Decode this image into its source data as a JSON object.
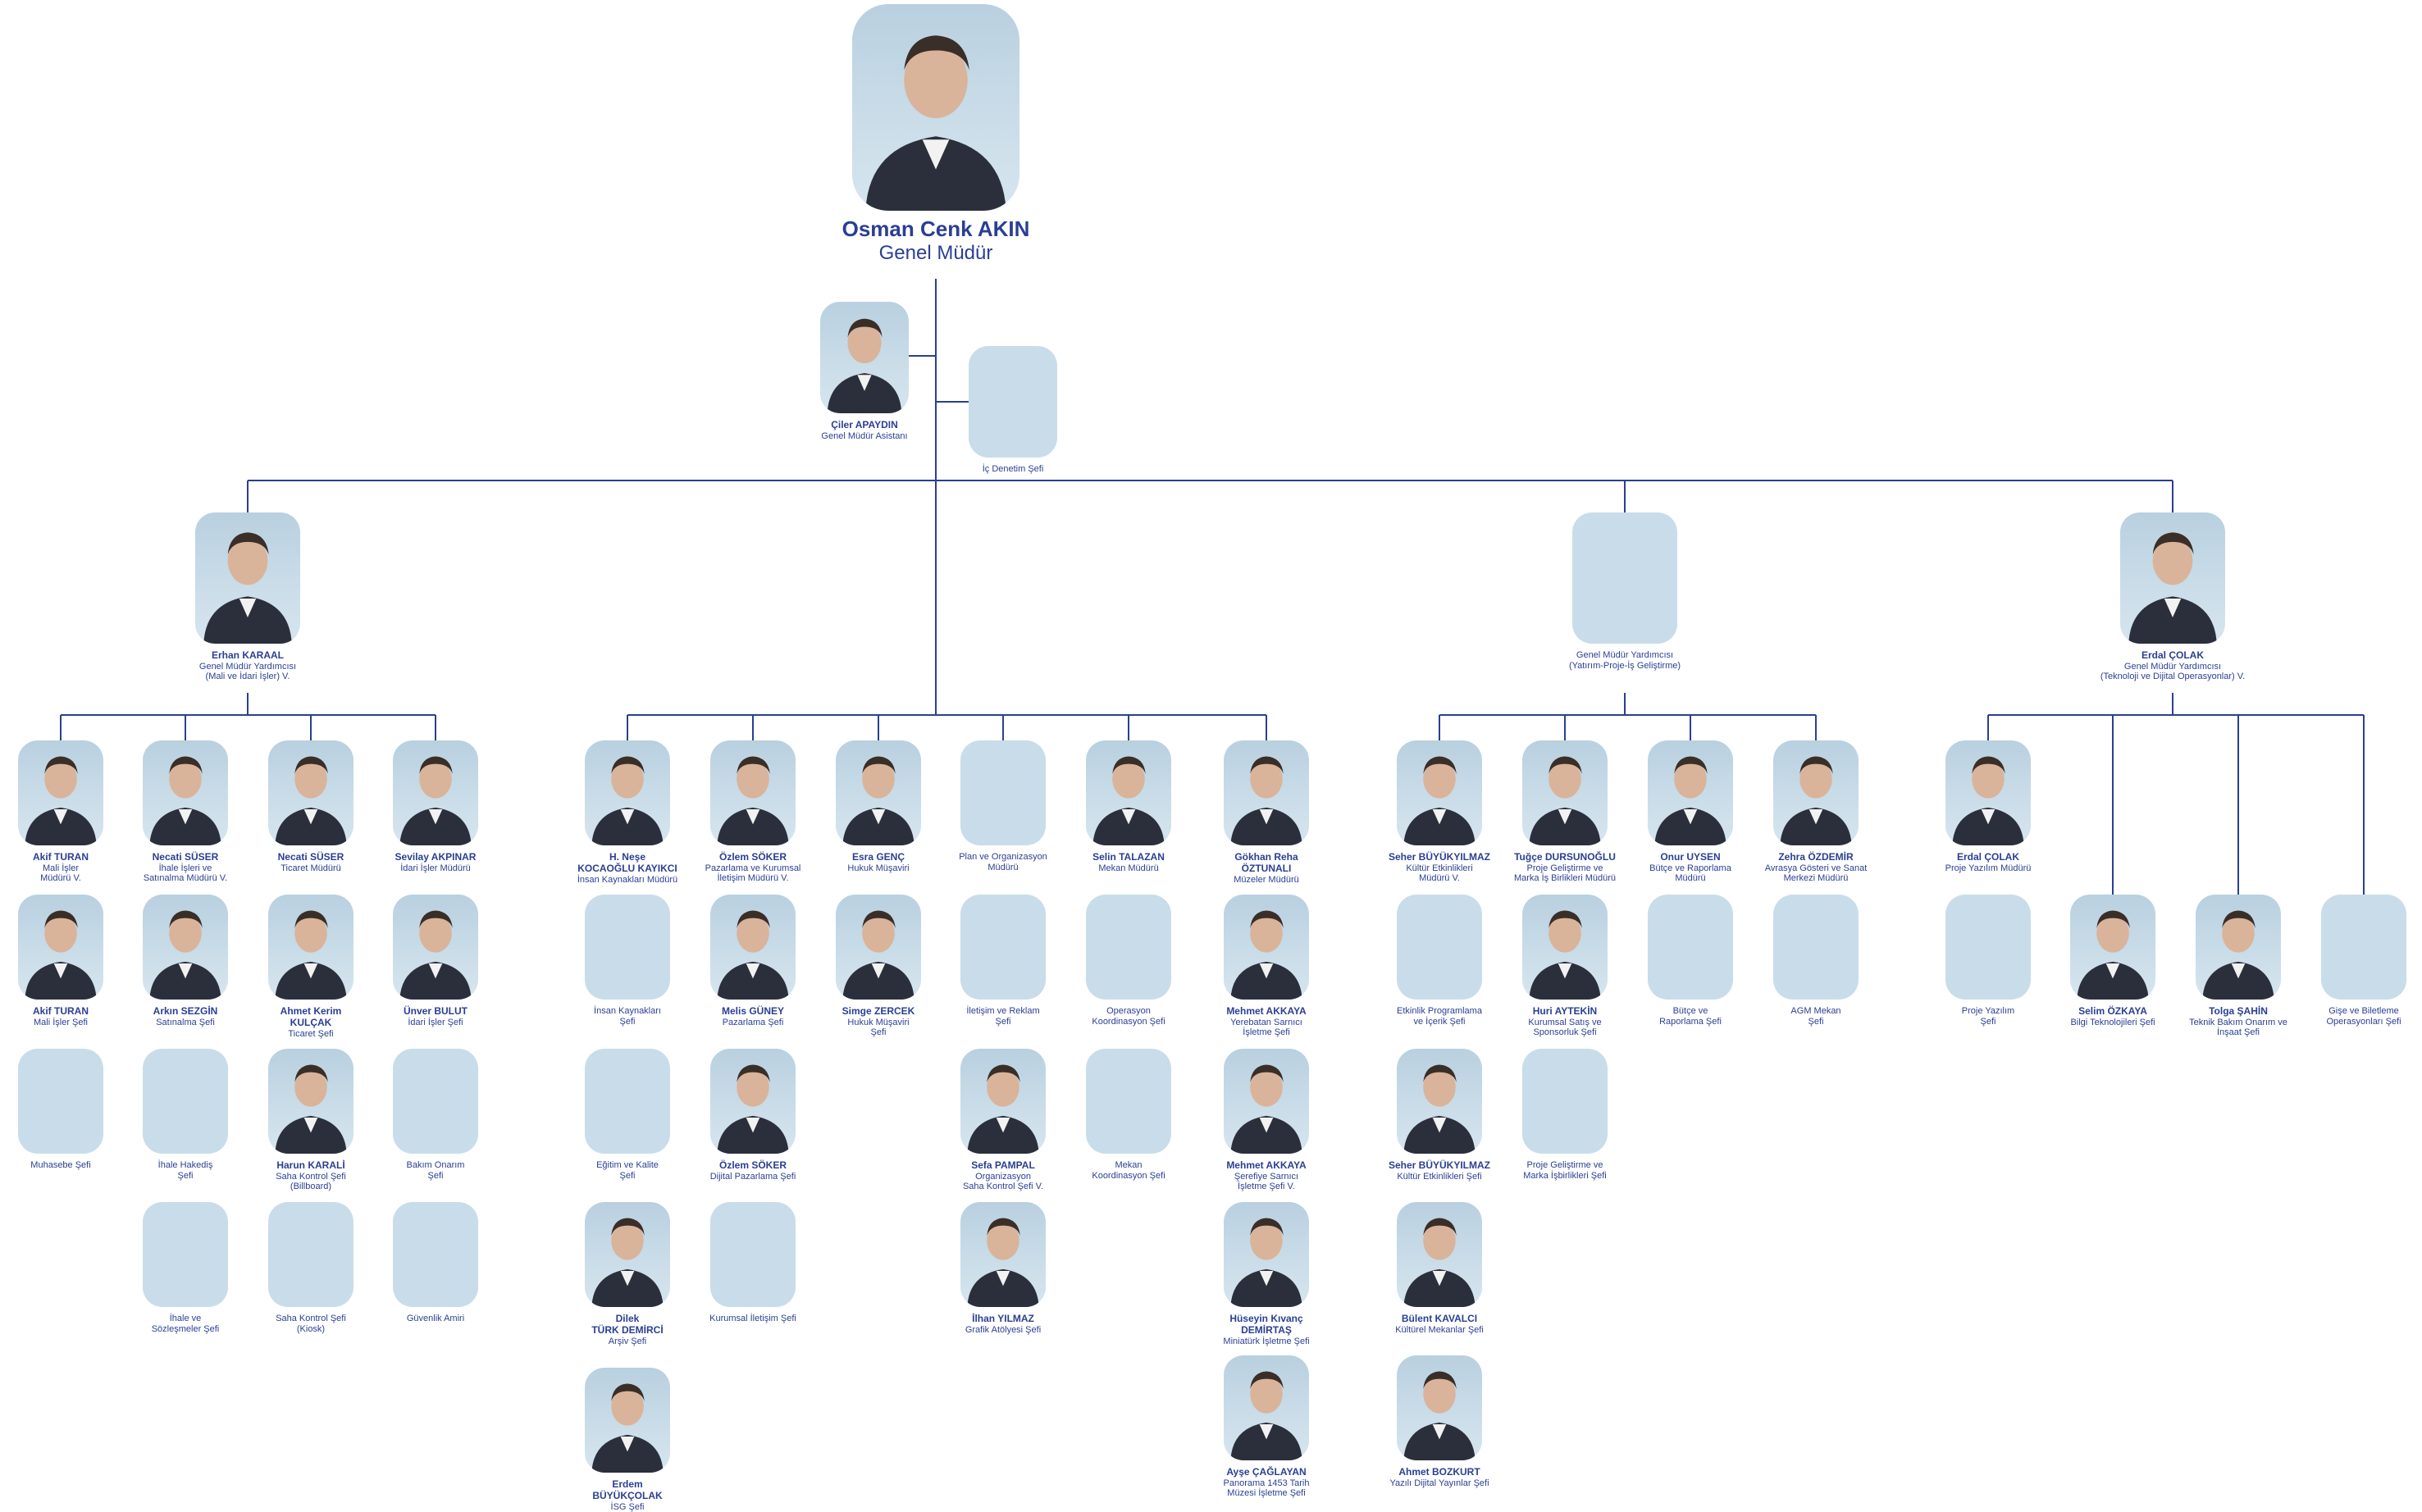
{
  "chart_data": {
    "type": "org-chart",
    "root": {
      "id": "gm",
      "name": "Osman Cenk AKIN",
      "title": "Genel Müdür",
      "photo": true
    },
    "nodes": [
      {
        "id": "asst",
        "parent": "gm",
        "name": "Çiler APAYDIN",
        "title": "Genel Müdür Asistanı",
        "photo": true
      },
      {
        "id": "audit",
        "parent": "gm",
        "name": "",
        "title": "İç Denetim Şefi",
        "photo": false
      },
      {
        "id": "gmy1",
        "parent": "gm",
        "name": "Erhan KARAAL",
        "title": "Genel Müdür Yardımcısı\n(Mali ve İdari İşler) V.",
        "photo": true
      },
      {
        "id": "gmy2",
        "parent": "gm",
        "name": "",
        "title": "Genel Müdür Yardımcısı\n(Yatırım-Proje-İş Geliştirme)",
        "photo": false
      },
      {
        "id": "gmy3",
        "parent": "gm",
        "name": "Erdal ÇOLAK",
        "title": "Genel Müdür Yardımcısı\n(Teknoloji ve Dijital Operasyonlar) V.",
        "photo": true
      },
      {
        "id": "a1",
        "parent": "gmy1",
        "name": "Akif TURAN",
        "title": "Mali İşler\nMüdürü V.",
        "photo": true
      },
      {
        "id": "a2",
        "parent": "a1",
        "name": "Akif TURAN",
        "title": "Mali İşler Şefi",
        "photo": true
      },
      {
        "id": "a3",
        "parent": "a1",
        "name": "",
        "title": "Muhasebe Şefi",
        "photo": false
      },
      {
        "id": "b1",
        "parent": "gmy1",
        "name": "Necati SÜSER",
        "title": "İhale İşleri ve\nSatınalma Müdürü V.",
        "photo": true
      },
      {
        "id": "b2",
        "parent": "b1",
        "name": "Arkın SEZGİN",
        "title": "Satınalma Şefi",
        "photo": true
      },
      {
        "id": "b3",
        "parent": "b1",
        "name": "",
        "title": "İhale Hakediş\nŞefi",
        "photo": false
      },
      {
        "id": "b4",
        "parent": "b1",
        "name": "",
        "title": "İhale ve\nSözleşmeler Şefi",
        "photo": false
      },
      {
        "id": "c1",
        "parent": "gmy1",
        "name": "Necati SÜSER",
        "title": "Ticaret Müdürü",
        "photo": true
      },
      {
        "id": "c2",
        "parent": "c1",
        "name": "Ahmet Kerim\nKULÇAK",
        "title": "Ticaret Şefi",
        "photo": true
      },
      {
        "id": "c3",
        "parent": "c1",
        "name": "Harun KARALİ",
        "title": "Saha Kontrol Şefi\n(Billboard)",
        "photo": true
      },
      {
        "id": "c4",
        "parent": "c1",
        "name": "",
        "title": "Saha Kontrol Şefi\n(Kiosk)",
        "photo": false
      },
      {
        "id": "d1",
        "parent": "gmy1",
        "name": "Sevilay AKPINAR",
        "title": "İdari İşler Müdürü",
        "photo": true
      },
      {
        "id": "d2",
        "parent": "d1",
        "name": "Ünver BULUT",
        "title": "İdari İşler Şefi",
        "photo": true
      },
      {
        "id": "d3",
        "parent": "d1",
        "name": "",
        "title": "Bakım Onarım\nŞefi",
        "photo": false
      },
      {
        "id": "d4",
        "parent": "d1",
        "name": "",
        "title": "Güvenlik Amiri",
        "photo": false
      },
      {
        "id": "e1",
        "parent": "gm",
        "name": "H. Neşe\nKOCAOĞLU KAYIKCI",
        "title": "İnsan Kaynakları Müdürü",
        "photo": true
      },
      {
        "id": "e2",
        "parent": "e1",
        "name": "",
        "title": "İnsan Kaynakları\nŞefi",
        "photo": false
      },
      {
        "id": "e3",
        "parent": "e1",
        "name": "",
        "title": "Eğitim ve Kalite\nŞefi",
        "photo": false
      },
      {
        "id": "e4",
        "parent": "e1",
        "name": "Dilek\nTÜRK DEMİRCİ",
        "title": "Arşiv Şefi",
        "photo": true
      },
      {
        "id": "e5",
        "parent": "e1",
        "name": "Erdem\nBÜYÜKÇOLAK",
        "title": "İSG Şefi",
        "photo": true
      },
      {
        "id": "f1",
        "parent": "gm",
        "name": "Özlem SÖKER",
        "title": "Pazarlama ve Kurumsal\nİletişim Müdürü V.",
        "photo": true
      },
      {
        "id": "f2",
        "parent": "f1",
        "name": "Melis GÜNEY",
        "title": "Pazarlama Şefi",
        "photo": true
      },
      {
        "id": "f3",
        "parent": "f1",
        "name": "Özlem SÖKER",
        "title": "Dijital Pazarlama Şefi",
        "photo": true
      },
      {
        "id": "f4",
        "parent": "f1",
        "name": "",
        "title": "Kurumsal İletişim Şefi",
        "photo": false
      },
      {
        "id": "g1",
        "parent": "gm",
        "name": "Esra GENÇ",
        "title": "Hukuk Müşaviri",
        "photo": true
      },
      {
        "id": "g2",
        "parent": "g1",
        "name": "Simge ZERCEK",
        "title": "Hukuk Müşaviri\nŞefi",
        "photo": true
      },
      {
        "id": "h1",
        "parent": "gm",
        "name": "",
        "title": "Plan ve Organizasyon\nMüdürü",
        "photo": false
      },
      {
        "id": "h2",
        "parent": "h1",
        "name": "",
        "title": "İletişim ve Reklam\nŞefi",
        "photo": false
      },
      {
        "id": "h3",
        "parent": "h1",
        "name": "Sefa PAMPAL",
        "title": "Organizasyon\nSaha Kontrol Şefi V.",
        "photo": true
      },
      {
        "id": "h4",
        "parent": "h1",
        "name": "İlhan YILMAZ",
        "title": "Grafik Atölyesi Şefi",
        "photo": true
      },
      {
        "id": "i1",
        "parent": "gm",
        "name": "Selin TALAZAN",
        "title": "Mekan Müdürü",
        "photo": true
      },
      {
        "id": "i2",
        "parent": "i1",
        "name": "",
        "title": "Operasyon\nKoordinasyon Şefi",
        "photo": false
      },
      {
        "id": "i3",
        "parent": "i1",
        "name": "",
        "title": "Mekan\nKoordinasyon Şefi",
        "photo": false
      },
      {
        "id": "j1",
        "parent": "gm",
        "name": "Gökhan Reha\nÖZTUNALI",
        "title": "Müzeler Müdürü",
        "photo": true
      },
      {
        "id": "j2",
        "parent": "j1",
        "name": "Mehmet AKKAYA",
        "title": "Yerebatan Sarnıcı\nİşletme Şefi",
        "photo": true
      },
      {
        "id": "j3",
        "parent": "j1",
        "name": "Mehmet AKKAYA",
        "title": "Şerefiye Sarnıcı\nİşletme Şefi V.",
        "photo": true
      },
      {
        "id": "j4",
        "parent": "j1",
        "name": "Hüseyin Kıvanç\nDEMİRTAŞ",
        "title": "Miniatürk İşletme Şefi",
        "photo": true
      },
      {
        "id": "j5",
        "parent": "j1",
        "name": "Ayşe ÇAĞLAYAN",
        "title": "Panorama 1453 Tarih\nMüzesi İşletme Şefi",
        "photo": true
      },
      {
        "id": "k1",
        "parent": "gmy2",
        "name": "Seher BÜYÜKYILMAZ",
        "title": "Kültür Etkinlikleri\nMüdürü V.",
        "photo": true
      },
      {
        "id": "k2",
        "parent": "k1",
        "name": "",
        "title": "Etkinlik Programlama\nve İçerik Şefi",
        "photo": false
      },
      {
        "id": "k3",
        "parent": "k1",
        "name": "Seher BÜYÜKYILMAZ",
        "title": "Kültür Etkinlikleri Şefi",
        "photo": true
      },
      {
        "id": "k4",
        "parent": "k1",
        "name": "Bülent KAVALCI",
        "title": "Kültürel Mekanlar Şefi",
        "photo": true
      },
      {
        "id": "k5",
        "parent": "k1",
        "name": "Ahmet BOZKURT",
        "title": "Yazılı Dijital Yayınlar Şefi",
        "photo": true
      },
      {
        "id": "l1",
        "parent": "gmy2",
        "name": "Tuğçe DURSUNOĞLU",
        "title": "Proje Geliştirme ve\nMarka İş Birlikleri Müdürü",
        "photo": true
      },
      {
        "id": "l2",
        "parent": "l1",
        "name": "Huri AYTEKİN",
        "title": "Kurumsal Satış ve\nSponsorluk Şefi",
        "photo": true
      },
      {
        "id": "l3",
        "parent": "l1",
        "name": "",
        "title": "Proje Geliştirme ve\nMarka İşbirlikleri Şefi",
        "photo": false
      },
      {
        "id": "m1",
        "parent": "gmy2",
        "name": "Onur UYSEN",
        "title": "Bütçe ve Raporlama\nMüdürü",
        "photo": true
      },
      {
        "id": "m2",
        "parent": "m1",
        "name": "",
        "title": "Bütçe ve\nRaporlama Şefi",
        "photo": false
      },
      {
        "id": "n1",
        "parent": "gmy2",
        "name": "Zehra ÖZDEMİR",
        "title": "Avrasya Gösteri ve Sanat\nMerkezi Müdürü",
        "photo": true
      },
      {
        "id": "n2",
        "parent": "n1",
        "name": "",
        "title": "AGM Mekan\nŞefi",
        "photo": false
      },
      {
        "id": "o1",
        "parent": "gmy3",
        "name": "Erdal ÇOLAK",
        "title": "Proje Yazılım Müdürü",
        "photo": true
      },
      {
        "id": "o2",
        "parent": "o1",
        "name": "",
        "title": "Proje Yazılım\nŞefi",
        "photo": false
      },
      {
        "id": "p1",
        "parent": "gmy3",
        "name": "Selim ÖZKAYA",
        "title": "Bilgi Teknolojileri Şefi",
        "photo": true
      },
      {
        "id": "q1",
        "parent": "gmy3",
        "name": "Tolga ŞAHİN",
        "title": "Teknik Bakım Onarım ve\nİnşaat Şefi",
        "photo": true
      },
      {
        "id": "r1",
        "parent": "gmy3",
        "name": "",
        "title": "Gişe ve Biletleme\nOperasyonları Şefi",
        "photo": false
      }
    ],
    "colors": {
      "line": "#2a3f93",
      "text": "#2a3f93",
      "placeholder": "#c9dce9"
    }
  }
}
